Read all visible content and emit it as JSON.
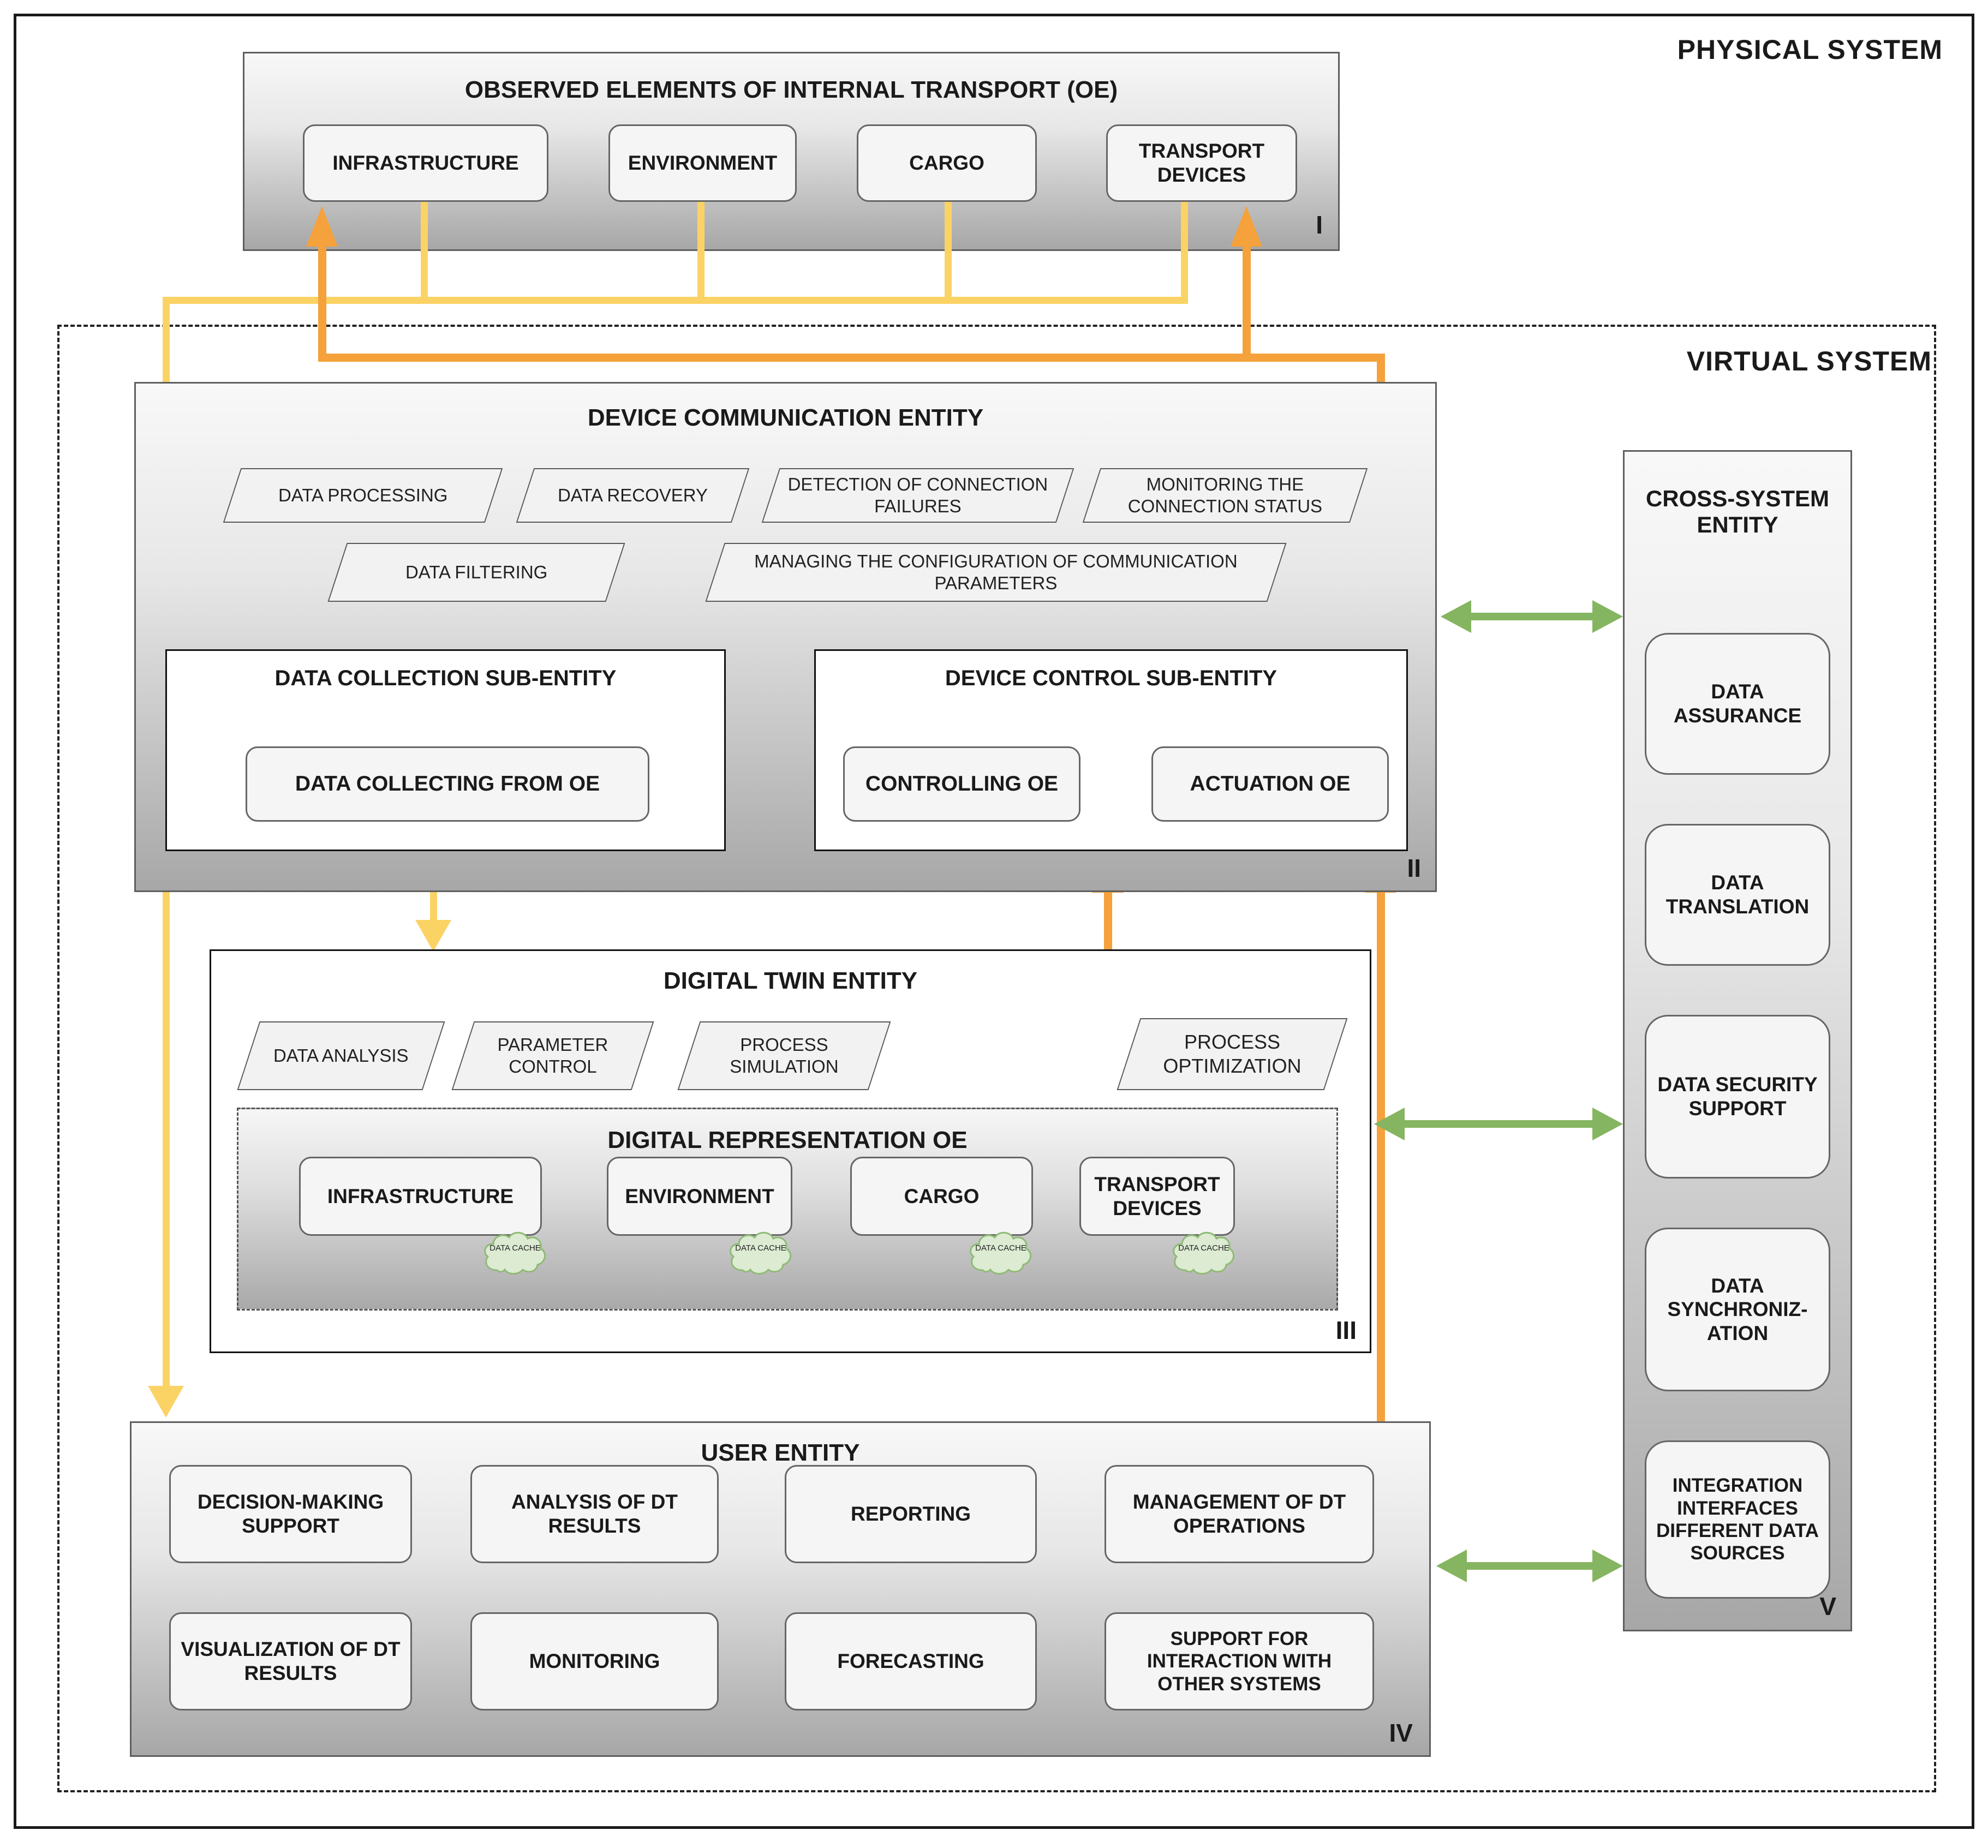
{
  "systems": {
    "physical": "PHYSICAL SYSTEM",
    "virtual": "VIRTUAL SYSTEM"
  },
  "oe": {
    "title": "OBSERVED ELEMENTS OF INTERNAL TRANSPORT (OE)",
    "numeral": "I",
    "items": [
      "INFRASTRUCTURE",
      "ENVIRONMENT",
      "CARGO",
      "TRANSPORT DEVICES"
    ]
  },
  "device_comm": {
    "title": "DEVICE COMMUNICATION ENTITY",
    "numeral": "II",
    "functions_row1": [
      "DATA PROCESSING",
      "DATA RECOVERY",
      "DETECTION OF CONNECTION FAILURES",
      "MONITORING THE CONNECTION STATUS"
    ],
    "functions_row2": [
      "DATA FILTERING",
      "MANAGING THE CONFIGURATION OF COMMUNICATION PARAMETERS"
    ],
    "data_collection": {
      "title": "DATA COLLECTION SUB-ENTITY",
      "items": [
        "DATA COLLECTING FROM OE"
      ]
    },
    "device_control": {
      "title": "DEVICE CONTROL SUB-ENTITY",
      "items": [
        "CONTROLLING OE",
        "ACTUATION OE"
      ]
    }
  },
  "digital_twin": {
    "title": "DIGITAL TWIN ENTITY",
    "numeral": "III",
    "functions": [
      "DATA ANALYSIS",
      "PARAMETER CONTROL",
      "PROCESS SIMULATION",
      "PROCESS OPTIMIZATION"
    ],
    "representation": {
      "title": "DIGITAL REPRESENTATION OE",
      "items": [
        "INFRASTRUCTURE",
        "ENVIRONMENT",
        "CARGO",
        "TRANSPORT DEVICES"
      ],
      "cache_label": "DATA CACHE"
    }
  },
  "user": {
    "title": "USER ENTITY",
    "numeral": "IV",
    "row1": [
      "DECISION-MAKING SUPPORT",
      "ANALYSIS OF DT RESULTS",
      "REPORTING",
      "MANAGEMENT OF DT OPERATIONS"
    ],
    "row2": [
      "VISUALIZATION OF DT RESULTS",
      "MONITORING",
      "FORECASTING",
      "SUPPORT FOR INTERACTION WITH OTHER SYSTEMS"
    ]
  },
  "cross": {
    "title": "CROSS-SYSTEM ENTITY",
    "numeral": "V",
    "items": [
      "DATA ASSURANCE",
      "DATA TRANSLATION",
      "DATA SECURITY SUPPORT",
      "DATA SYNCHRONIZ-ATION",
      "INTEGRATION INTERFACES DIFFERENT DATA SOURCES"
    ]
  },
  "colors": {
    "yellow": "#FBD365",
    "orange": "#F5A13C",
    "green": "#85B560",
    "cloud_fill": "#DCEBD2",
    "cloud_stroke": "#8FBA76"
  }
}
